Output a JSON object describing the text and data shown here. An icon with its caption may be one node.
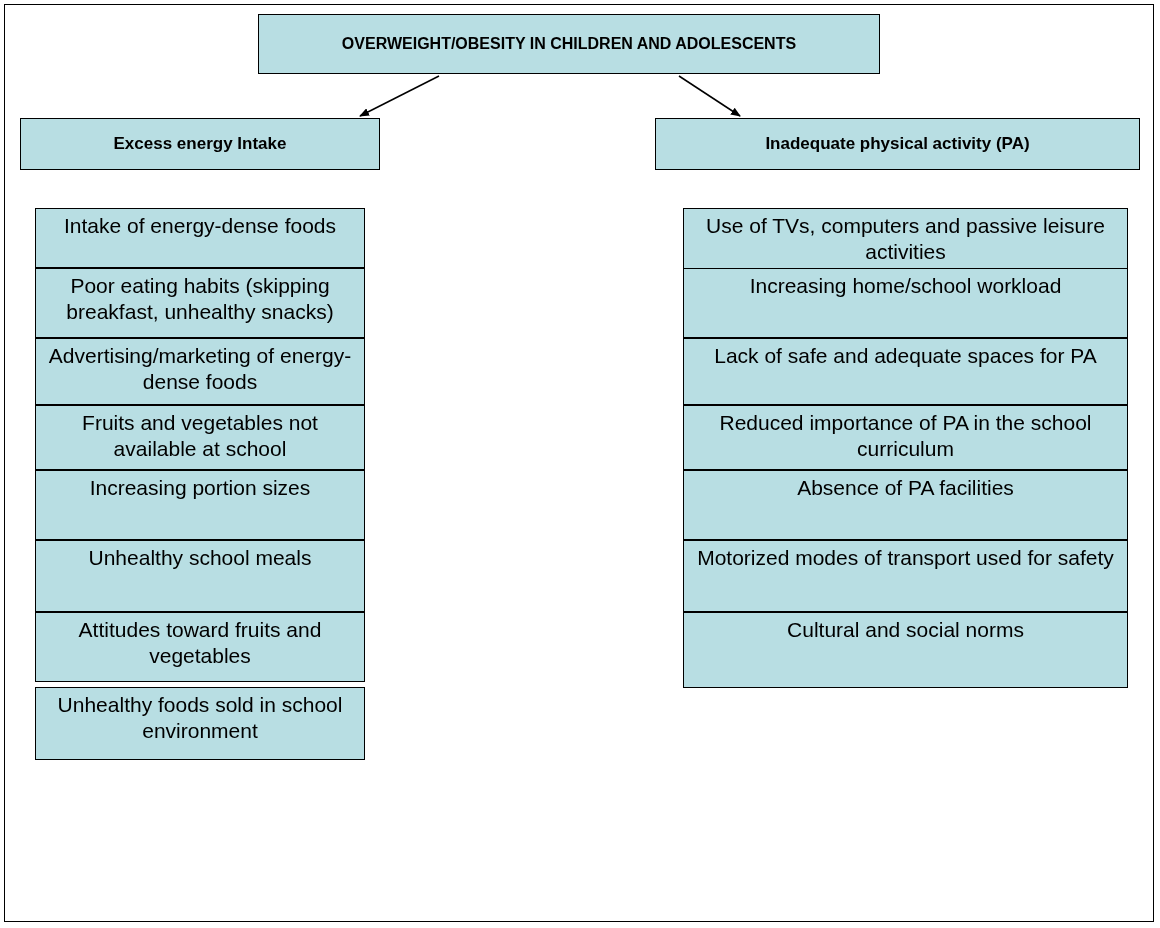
{
  "diagram": {
    "nodes": [
      {
        "text": [
          "OVERWEIGHT/OBESITY IN CHILDREN AND ADOLESCENTS"
        ]
      },
      {
        "text": [
          "Excess energy Intake"
        ]
      },
      {
        "text": [
          "Inadequate physical activity (PA)"
        ]
      },
      {
        "text": [
          "Intake of energy-dense foods"
        ]
      },
      {
        "text": [
          "Poor eating habits (skipping breakfast, unhealthy snacks)"
        ]
      },
      {
        "text": [
          "Advertising/marketing of energy-dense foods"
        ]
      },
      {
        "text": [
          "Fruits and vegetables not available at school"
        ]
      },
      {
        "text": [
          "Increasing portion sizes"
        ]
      },
      {
        "text": [
          "Unhealthy school meals"
        ]
      },
      {
        "text": [
          "Attitudes toward fruits and vegetables"
        ]
      },
      {
        "text": [
          "Unhealthy foods sold in school environment"
        ]
      },
      {
        "text": [
          "Use of TVs, computers and passive leisure activities"
        ]
      },
      {
        "text": [
          "Increasing home/school workload"
        ]
      },
      {
        "text": [
          "Lack of safe and adequate spaces for PA"
        ]
      },
      {
        "text": [
          "Reduced importance of PA in the school curriculum"
        ]
      },
      {
        "text": [
          "Absence of PA facilities"
        ]
      },
      {
        "text": [
          "Motorized modes of transport used for safety"
        ]
      },
      {
        "text": [
          "Cultural and social norms"
        ]
      }
    ],
    "edges": [
      {
        "from": 0,
        "to": 1,
        "arrow": "to"
      },
      {
        "from": 0,
        "to": 2,
        "arrow": "to"
      }
    ]
  }
}
